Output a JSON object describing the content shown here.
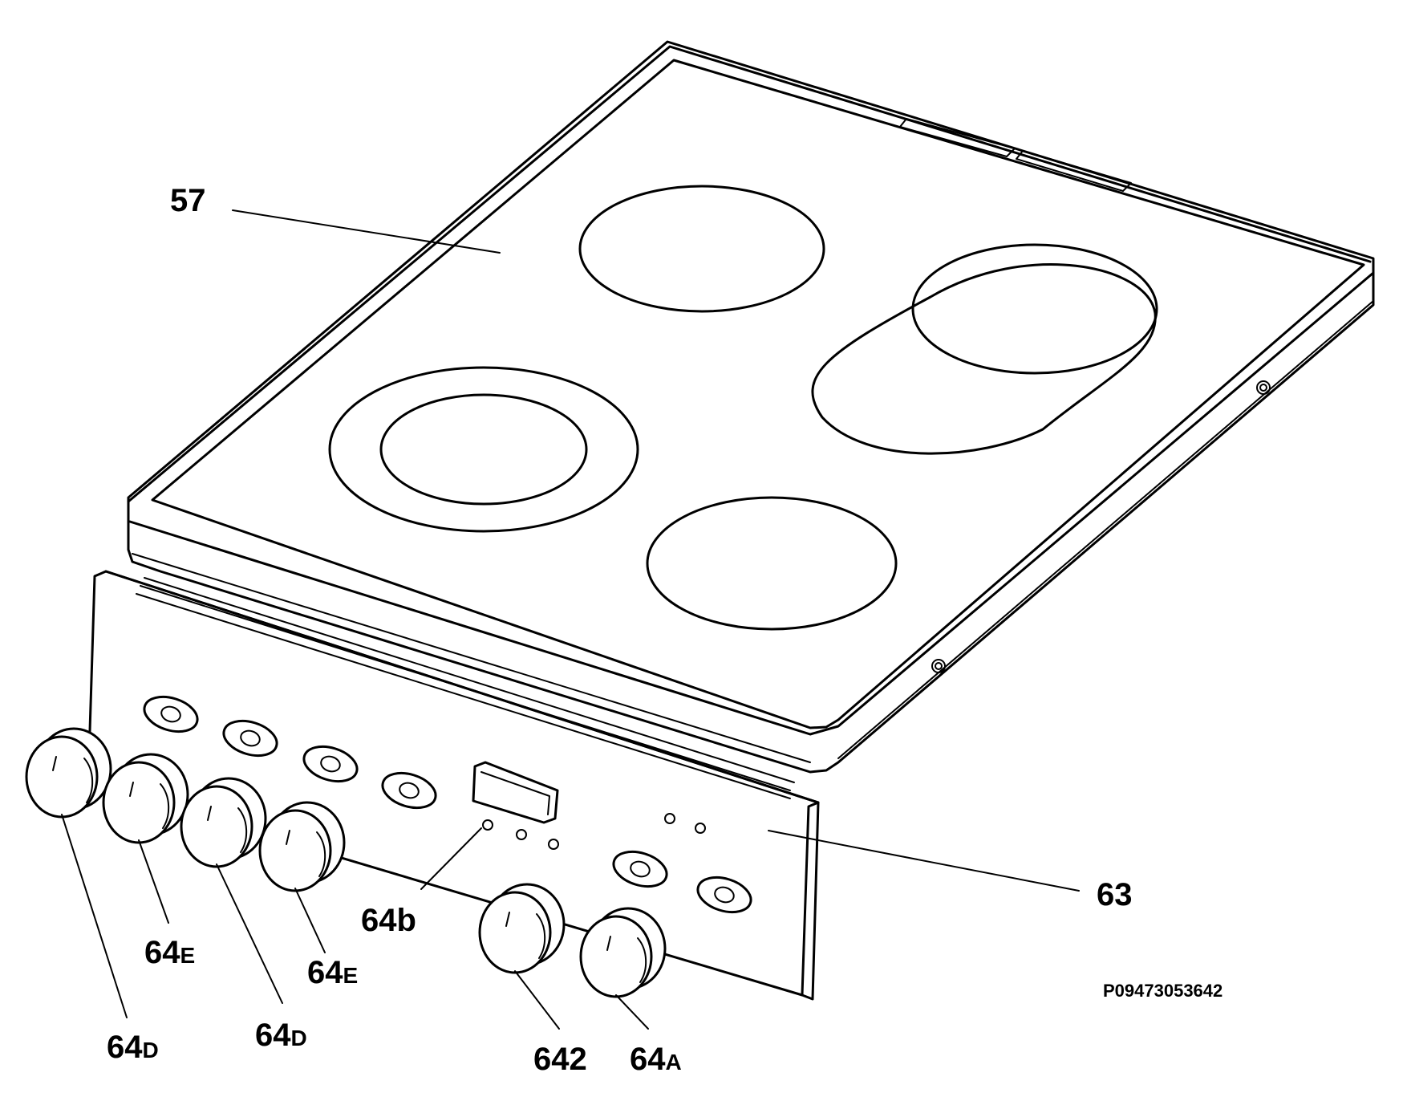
{
  "labels": {
    "hob": "57",
    "panel": "63",
    "indicator": "64b",
    "knob_d_left": {
      "main": "64",
      "sub": "D"
    },
    "knob_e_left": {
      "main": "64",
      "sub": "E"
    },
    "knob_d_mid": {
      "main": "64",
      "sub": "D"
    },
    "knob_e_mid": {
      "main": "64",
      "sub": "E"
    },
    "knob_642": "642",
    "knob_a": {
      "main": "64",
      "sub": "A"
    }
  },
  "drawing_code": "P09473053642"
}
